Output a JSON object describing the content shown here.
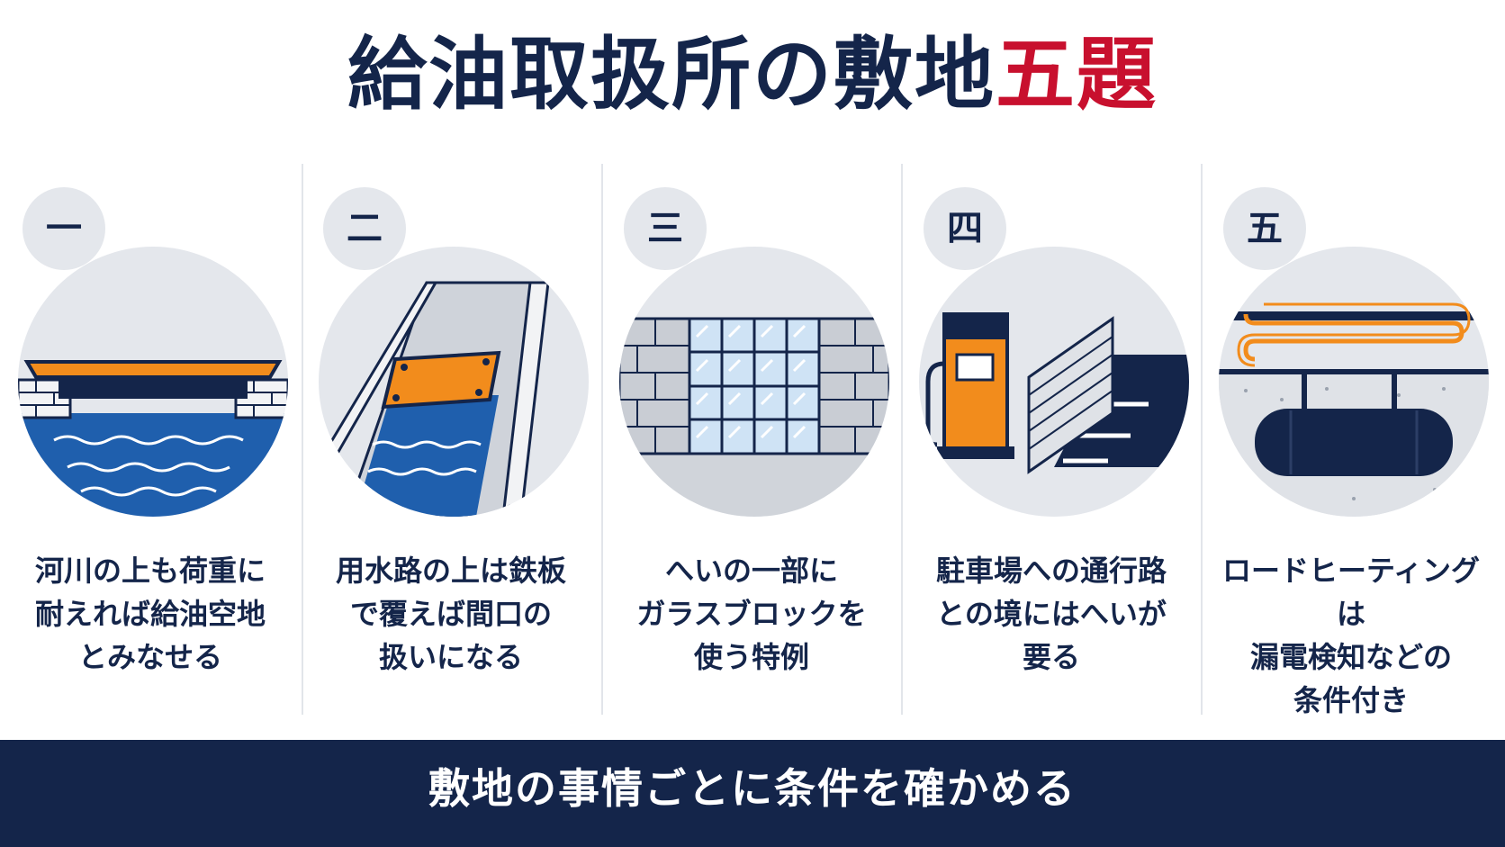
{
  "title": {
    "main": "給油取扱所の敷地",
    "accent": "五題"
  },
  "colors": {
    "navy": "#14254a",
    "red": "#c8102e",
    "orange": "#f28c1c",
    "water": "#1f5fad",
    "gray": "#e4e7ec"
  },
  "panels": [
    {
      "badge": "一",
      "icon": "bridge-over-river-icon",
      "caption_lines": [
        "河川の上も荷重に",
        "耐えれば給油空地",
        "とみなせる"
      ]
    },
    {
      "badge": "二",
      "icon": "steel-plate-over-channel-icon",
      "caption_lines": [
        "用水路の上は鉄板",
        "で覆えば間口の",
        "扱いになる"
      ]
    },
    {
      "badge": "三",
      "icon": "glass-block-wall-icon",
      "caption_lines": [
        "へいの一部に",
        "ガラスブロックを",
        "使う特例"
      ]
    },
    {
      "badge": "四",
      "icon": "fuel-pump-wall-icon",
      "caption_lines": [
        "駐車場への通行路",
        "との境にはへいが",
        "要る"
      ]
    },
    {
      "badge": "五",
      "icon": "road-heating-tank-icon",
      "caption_lines": [
        "ロードヒーティングは",
        "漏電検知などの",
        "条件付き"
      ]
    }
  ],
  "footer": "敷地の事情ごとに条件を確かめる"
}
